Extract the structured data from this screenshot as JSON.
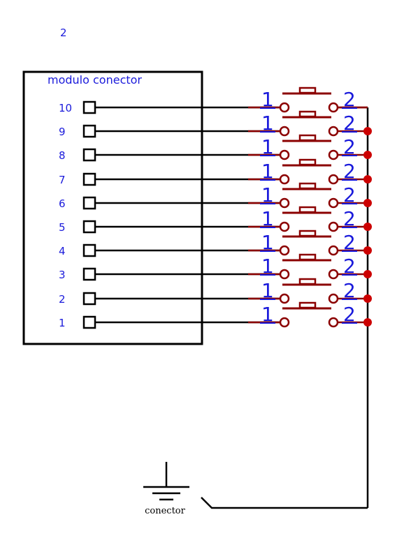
{
  "sheet": {
    "page_number": "2"
  },
  "module": {
    "title": "modulo conector",
    "pins": [
      "10",
      "9",
      "8",
      "7",
      "6",
      "5",
      "4",
      "3",
      "2",
      "1"
    ]
  },
  "switches": {
    "count": 10,
    "pin_left_label": "1",
    "pin_right_label": "2"
  },
  "ground": {
    "label": "conector"
  },
  "colors": {
    "wire": "#000000",
    "component": "#8b0000",
    "junction": "#cc0000",
    "label": "#1a1adb"
  }
}
